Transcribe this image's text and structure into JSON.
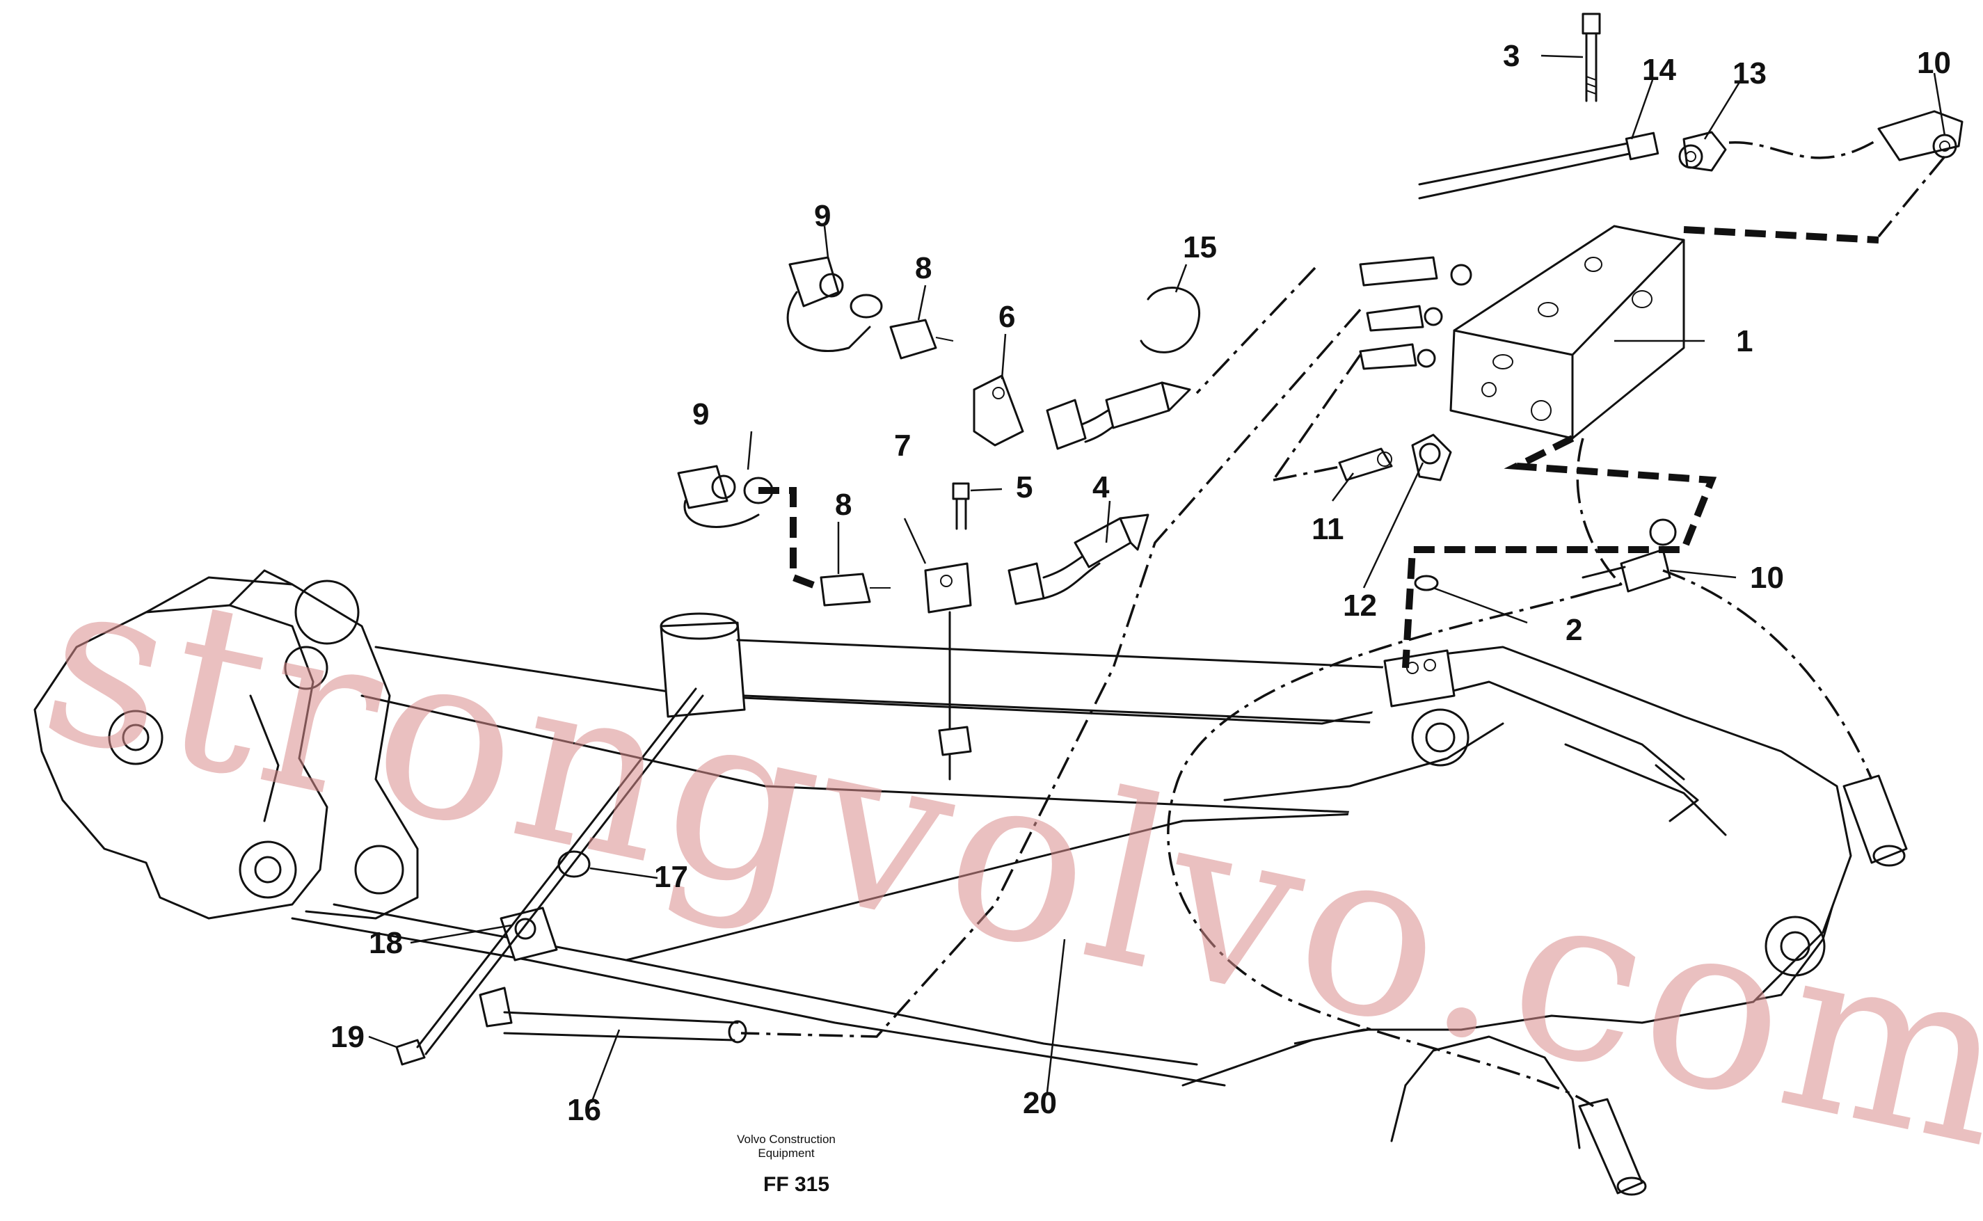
{
  "watermark": "strongvolvo.com",
  "caption": {
    "line1": "Volvo Construction",
    "line2": "Equipment",
    "code": "FF 315"
  },
  "labels": {
    "p1": "1",
    "p2": "2",
    "p3": "3",
    "p4": "4",
    "p5": "5",
    "p6": "6",
    "p7": "7",
    "p8a": "8",
    "p8b": "8",
    "p9a": "9",
    "p9b": "9",
    "p10a": "10",
    "p10b": "10",
    "p11": "11",
    "p12": "12",
    "p13": "13",
    "p14": "14",
    "p15": "15",
    "p16": "16",
    "p17": "17",
    "p18": "18",
    "p19": "19",
    "p20": "20"
  }
}
